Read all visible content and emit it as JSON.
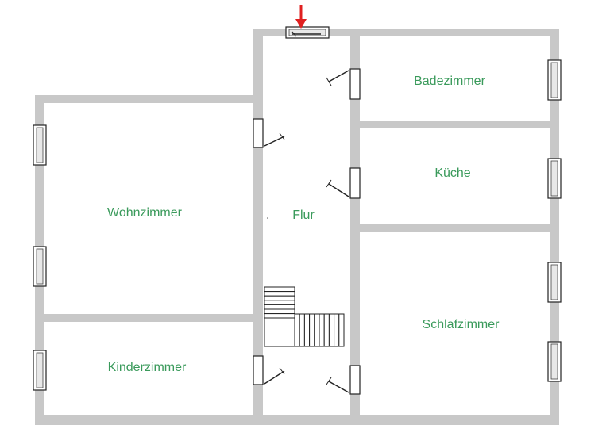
{
  "rooms": {
    "wohnzimmer": "Wohnzimmer",
    "kinderzimmer": "Kinderzimmer",
    "flur": "Flur",
    "badezimmer": "Badezimmer",
    "kueche": "Küche",
    "schlafzimmer": "Schlafzimmer"
  },
  "colors": {
    "wall": "#c8c8c8",
    "room_label": "#3a9a5b",
    "entrance_marker": "#e02020"
  },
  "icons": {
    "entrance": "red-down-arrow-icon"
  }
}
